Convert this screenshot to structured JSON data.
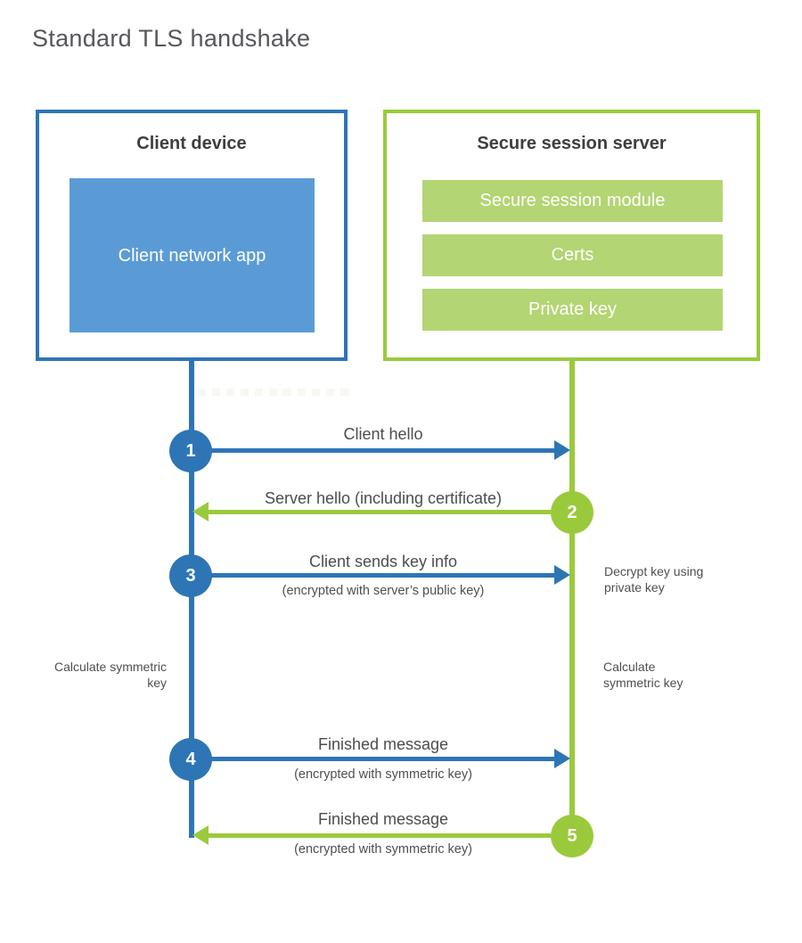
{
  "title": "Standard TLS handshake",
  "client": {
    "title": "Client device",
    "app_label": "Client network app"
  },
  "server": {
    "title": "Secure session server",
    "modules": [
      "Secure session module",
      "Certs",
      "Private key"
    ]
  },
  "steps": [
    {
      "num": "1",
      "label": "Client hello",
      "sublabel": "",
      "direction": "right",
      "color": "blue"
    },
    {
      "num": "2",
      "label": "Server hello (including certificate)",
      "sublabel": "",
      "direction": "left",
      "color": "green"
    },
    {
      "num": "3",
      "label": "Client sends key info",
      "sublabel": "(encrypted with server’s public key)",
      "direction": "right",
      "color": "blue"
    },
    {
      "num": "4",
      "label": "Finished message",
      "sublabel": "(encrypted with symmetric key)",
      "direction": "right",
      "color": "blue"
    },
    {
      "num": "5",
      "label": "Finished message",
      "sublabel": "(encrypted with symmetric key)",
      "direction": "left",
      "color": "green"
    }
  ],
  "notes": {
    "decrypt": "Decrypt key using private key",
    "calc_left": "Calculate symmetric key",
    "calc_right": "Calculate symmetric key"
  },
  "colors": {
    "blue": "#2e75b6",
    "blue_fill": "#5b9bd5",
    "green": "#9aca3c",
    "green_fill": "#b3d573",
    "heading_text": "#3e3e40",
    "label_text": "#4d4d50",
    "title_text": "#56575b"
  }
}
